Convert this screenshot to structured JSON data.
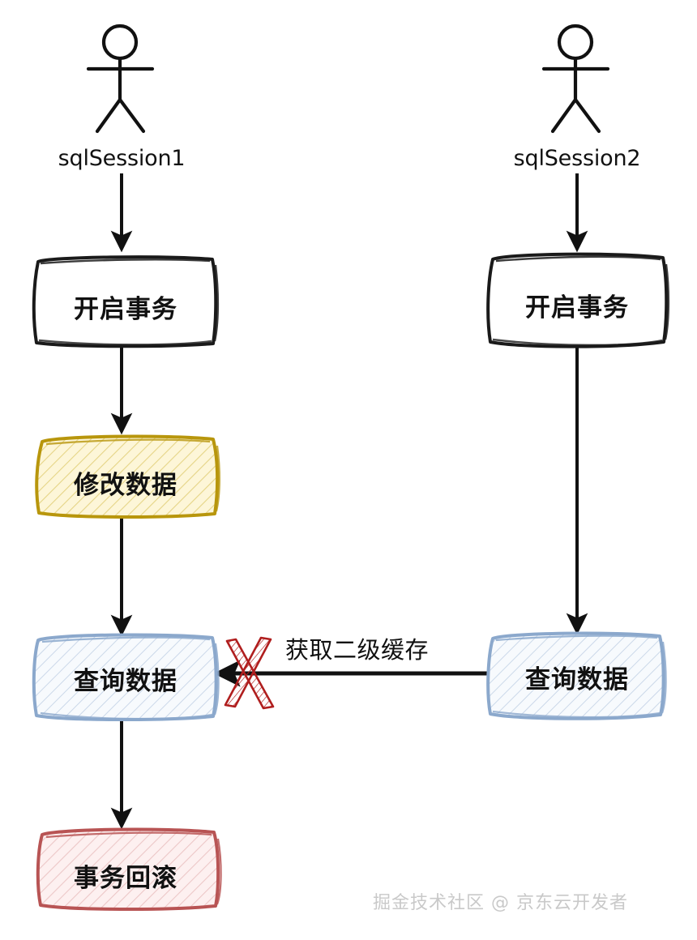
{
  "diagram": {
    "type": "flowchart",
    "title_text": "",
    "background": "#ffffff",
    "actors": [
      {
        "id": "actor-left",
        "label": "sqlSession1"
      },
      {
        "id": "actor-right",
        "label": "sqlSession2"
      }
    ],
    "nodes": [
      {
        "id": "left-begin",
        "label": "开启事务",
        "style": "plain",
        "border": "#1a1a1a",
        "fill": "#ffffff"
      },
      {
        "id": "left-modify",
        "label": "修改数据",
        "style": "yellow",
        "border": "#b8960c",
        "fill": "#fdf6d8"
      },
      {
        "id": "left-query",
        "label": "查询数据",
        "style": "blue",
        "border": "#8ba8cc",
        "fill": "#f7fafd"
      },
      {
        "id": "left-rollback",
        "label": "事务回滚",
        "style": "red",
        "border": "#b85454",
        "fill": "#fdf0f0"
      },
      {
        "id": "right-begin",
        "label": "开启事务",
        "style": "plain",
        "border": "#1a1a1a",
        "fill": "#ffffff"
      },
      {
        "id": "right-query",
        "label": "查询数据",
        "style": "blue",
        "border": "#8ba8cc",
        "fill": "#f7fafd"
      }
    ],
    "edges": [
      {
        "id": "e1",
        "from": "actor-left",
        "to": "left-begin",
        "label": ""
      },
      {
        "id": "e2",
        "from": "left-begin",
        "to": "left-modify",
        "label": ""
      },
      {
        "id": "e3",
        "from": "left-modify",
        "to": "left-query",
        "label": ""
      },
      {
        "id": "e4",
        "from": "left-query",
        "to": "left-rollback",
        "label": ""
      },
      {
        "id": "e5",
        "from": "actor-right",
        "to": "right-begin",
        "label": ""
      },
      {
        "id": "e6",
        "from": "right-begin",
        "to": "right-query",
        "label": ""
      },
      {
        "id": "e7",
        "from": "right-query",
        "to": "left-query",
        "label": "获取二级缓存",
        "blocked": true,
        "blocked_marker": "red-x",
        "marker_color": "#b01e1e"
      }
    ],
    "edge_label_cache": "获取二级缓存"
  },
  "watermark": {
    "text": "掘金技术社区 @ 京东云开发者",
    "color": "#c9c9c9"
  }
}
